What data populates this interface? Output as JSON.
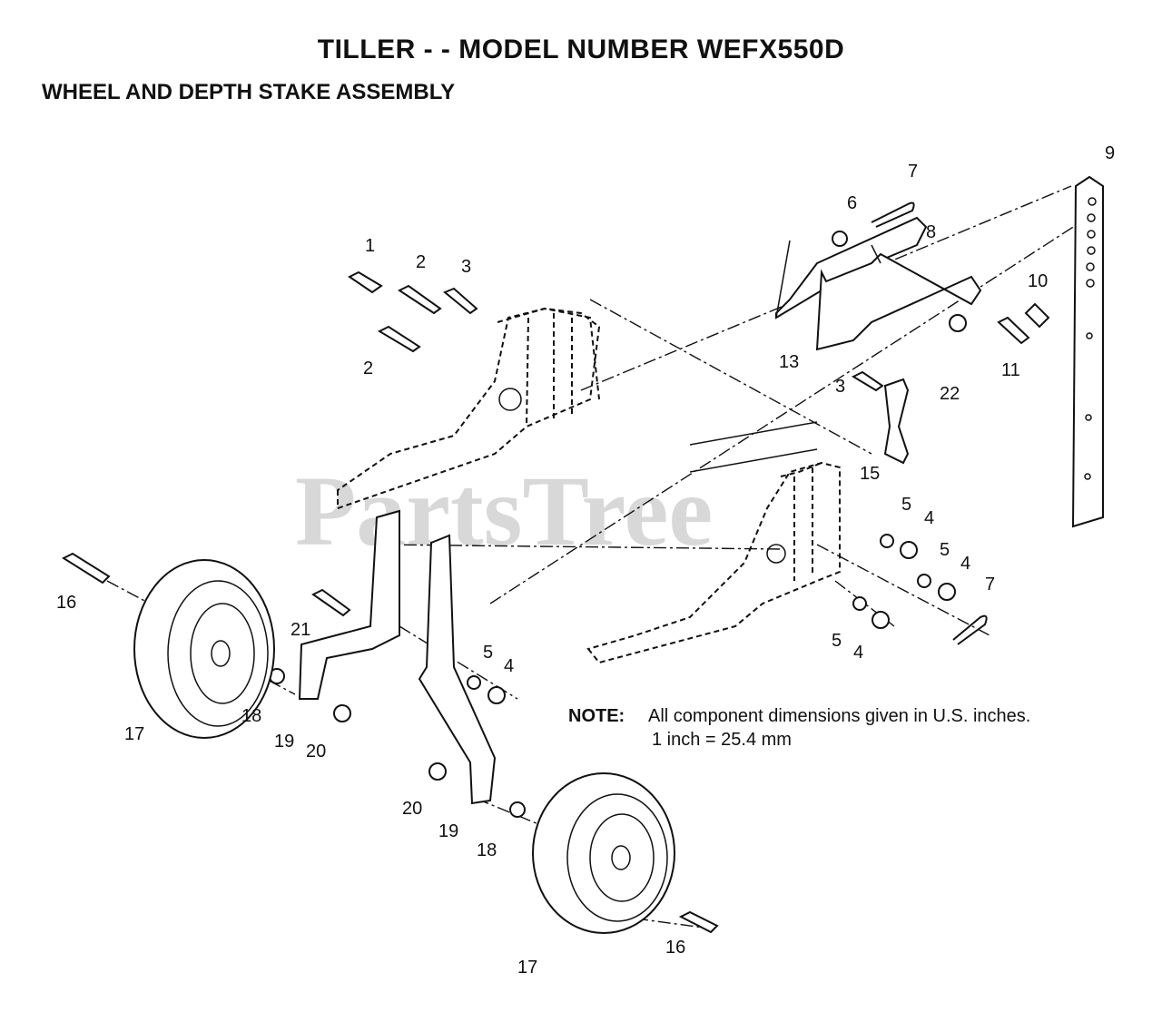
{
  "header": {
    "title": "TILLER - - MODEL NUMBER WEFX550D",
    "subtitle": "WHEEL AND DEPTH STAKE ASSEMBLY"
  },
  "watermark": "PartsTree",
  "note": {
    "label": "NOTE:",
    "line1": "All component dimensions given in U.S. inches.",
    "line2": "1 inch = 25.4 mm"
  },
  "callouts": {
    "c1": "1",
    "c2a": "2",
    "c2b": "2",
    "c3a": "3",
    "c3b": "3",
    "c4a": "4",
    "c4b": "4",
    "c4c": "4",
    "c4d": "4",
    "c5a": "5",
    "c5b": "5",
    "c5c": "5",
    "c5d": "5",
    "c6": "6",
    "c7a": "7",
    "c7b": "7",
    "c8": "8",
    "c9": "9",
    "c10": "10",
    "c11": "11",
    "c13": "13",
    "c15": "15",
    "c16a": "16",
    "c16b": "16",
    "c17a": "17",
    "c17b": "17",
    "c18a": "18",
    "c18b": "18",
    "c19a": "19",
    "c19b": "19",
    "c20a": "20",
    "c20b": "20",
    "c21": "21",
    "c22": "22"
  }
}
